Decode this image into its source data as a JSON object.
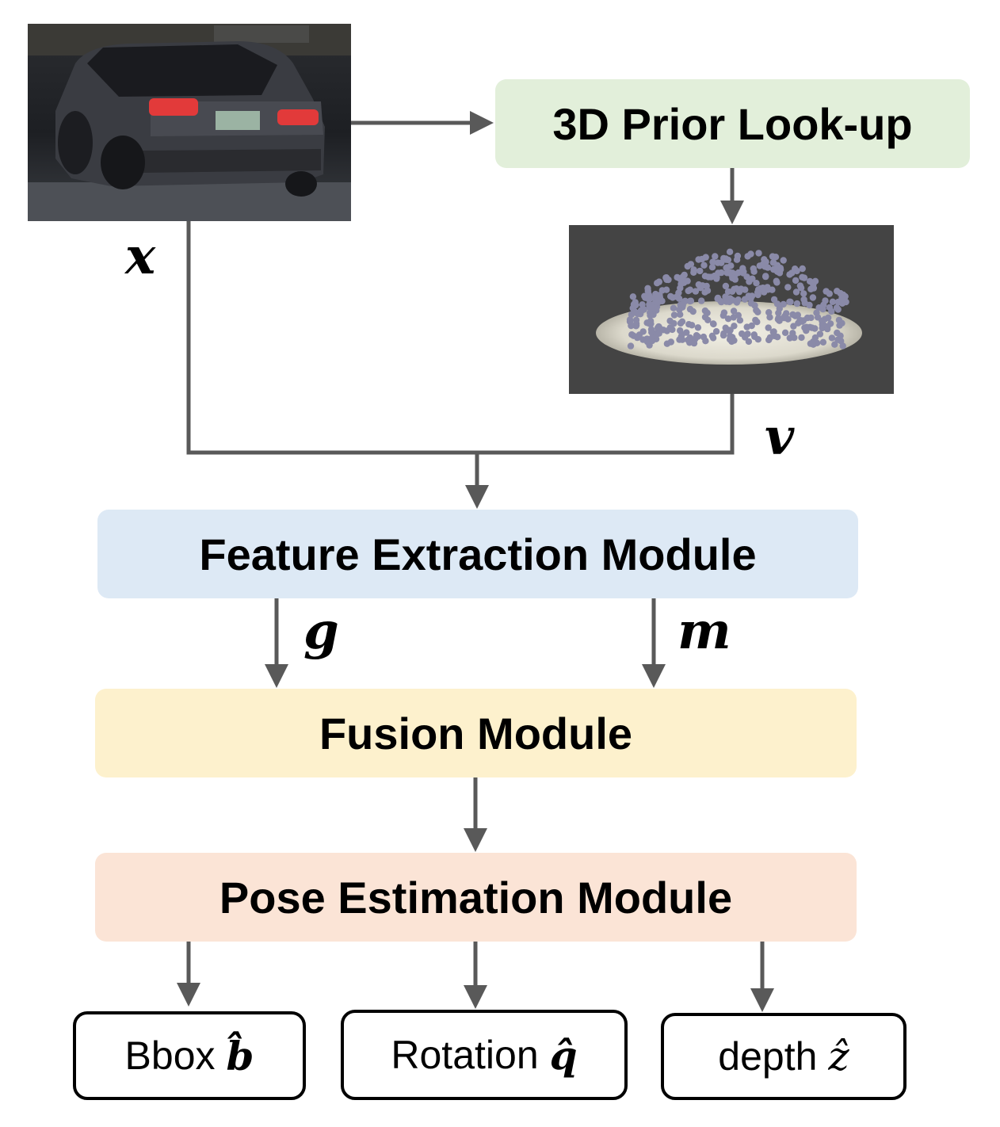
{
  "nodes": {
    "prior": "3D Prior Look-up",
    "feature": "Feature Extraction Module",
    "fusion": "Fusion Module",
    "pose": "Pose Estimation Module"
  },
  "outputs": {
    "bbox_label": "Bbox",
    "bbox_symbol": "b̂",
    "rotation_label": "Rotation",
    "rotation_symbol": "q̂",
    "depth_label": "depth",
    "depth_symbol": "ẑ"
  },
  "variables": {
    "x": "x",
    "v": "v",
    "g": "g",
    "m": "m"
  },
  "colors": {
    "prior_fill": "#e2efda",
    "feature_fill": "#dde9f5",
    "fusion_fill": "#fdf1cd",
    "pose_fill": "#fbe4d6",
    "arrow": "#595959"
  },
  "images": {
    "car_photo": "car-photo",
    "point_cloud": "car-point-cloud-render"
  }
}
